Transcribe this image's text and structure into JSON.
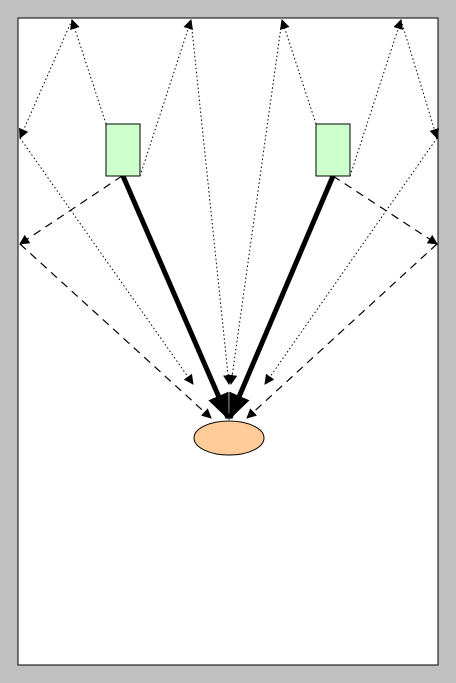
{
  "diagram": {
    "walls_color": "#c0c0c0",
    "room_color": "#ffffff",
    "speaker_color": "#ccffcc",
    "listener_color": "#ffcc99",
    "line_color": "#000000",
    "elements": {
      "speakers": [
        "speaker-left",
        "speaker-right"
      ],
      "listener": "listener",
      "direct_paths": 2,
      "first_reflection_paths": 4,
      "second_reflection_paths": 6
    }
  }
}
